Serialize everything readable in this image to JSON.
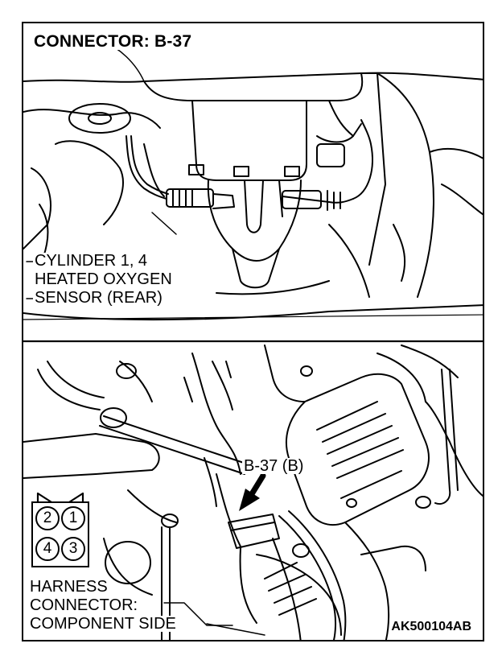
{
  "title": "CONNECTOR: B-37",
  "sensor_label": [
    "CYLINDER 1, 4",
    "HEATED OXYGEN",
    "SENSOR (REAR)"
  ],
  "connector_callout": "B-37 (B)",
  "harness_label": [
    "HARNESS",
    "CONNECTOR:",
    "COMPONENT SIDE"
  ],
  "pins": {
    "top_left": "2",
    "top_right": "1",
    "bottom_left": "4",
    "bottom_right": "3"
  },
  "figure_code": "AK500104AB",
  "colors": {
    "ink": "#000000",
    "paper": "#ffffff"
  }
}
